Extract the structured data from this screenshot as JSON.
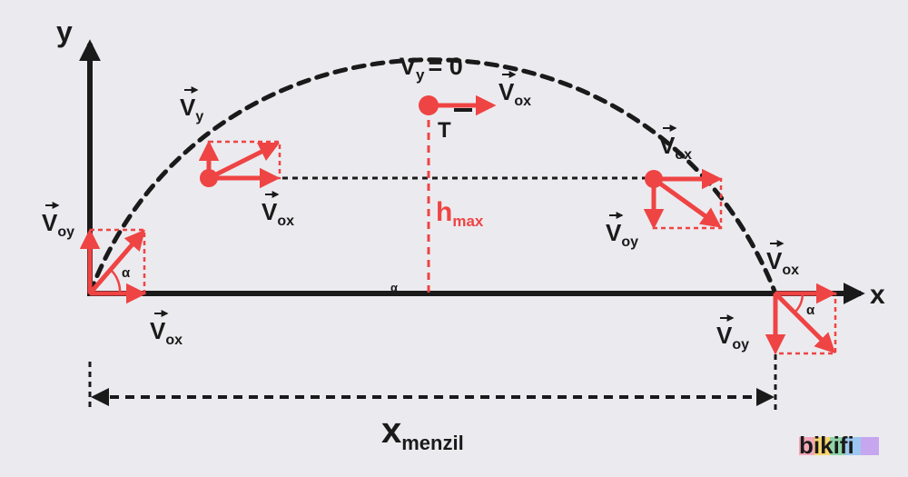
{
  "colors": {
    "accent": "#ef4444",
    "ink": "#1a1a1a",
    "background": "#ebebef"
  },
  "axes": {
    "y_label": "y",
    "x_label": "x",
    "angle_label": "α"
  },
  "velocity": {
    "symbol": "V",
    "sub_ox": "ox",
    "sub_oy": "oy",
    "sub_y": "y"
  },
  "apex": {
    "vy_symbol": "V",
    "vy_sub": "y",
    "vy_value": "= 0",
    "point_label": "T"
  },
  "height": {
    "symbol": "h",
    "sub": "max"
  },
  "range": {
    "symbol": "x",
    "sub": "menzil"
  },
  "brand": {
    "name": "bikifi",
    "logo_colors": [
      "#f4a7b9",
      "#f9d56e",
      "#8fd3a8",
      "#9cc7f0",
      "#c7a6f0"
    ]
  }
}
